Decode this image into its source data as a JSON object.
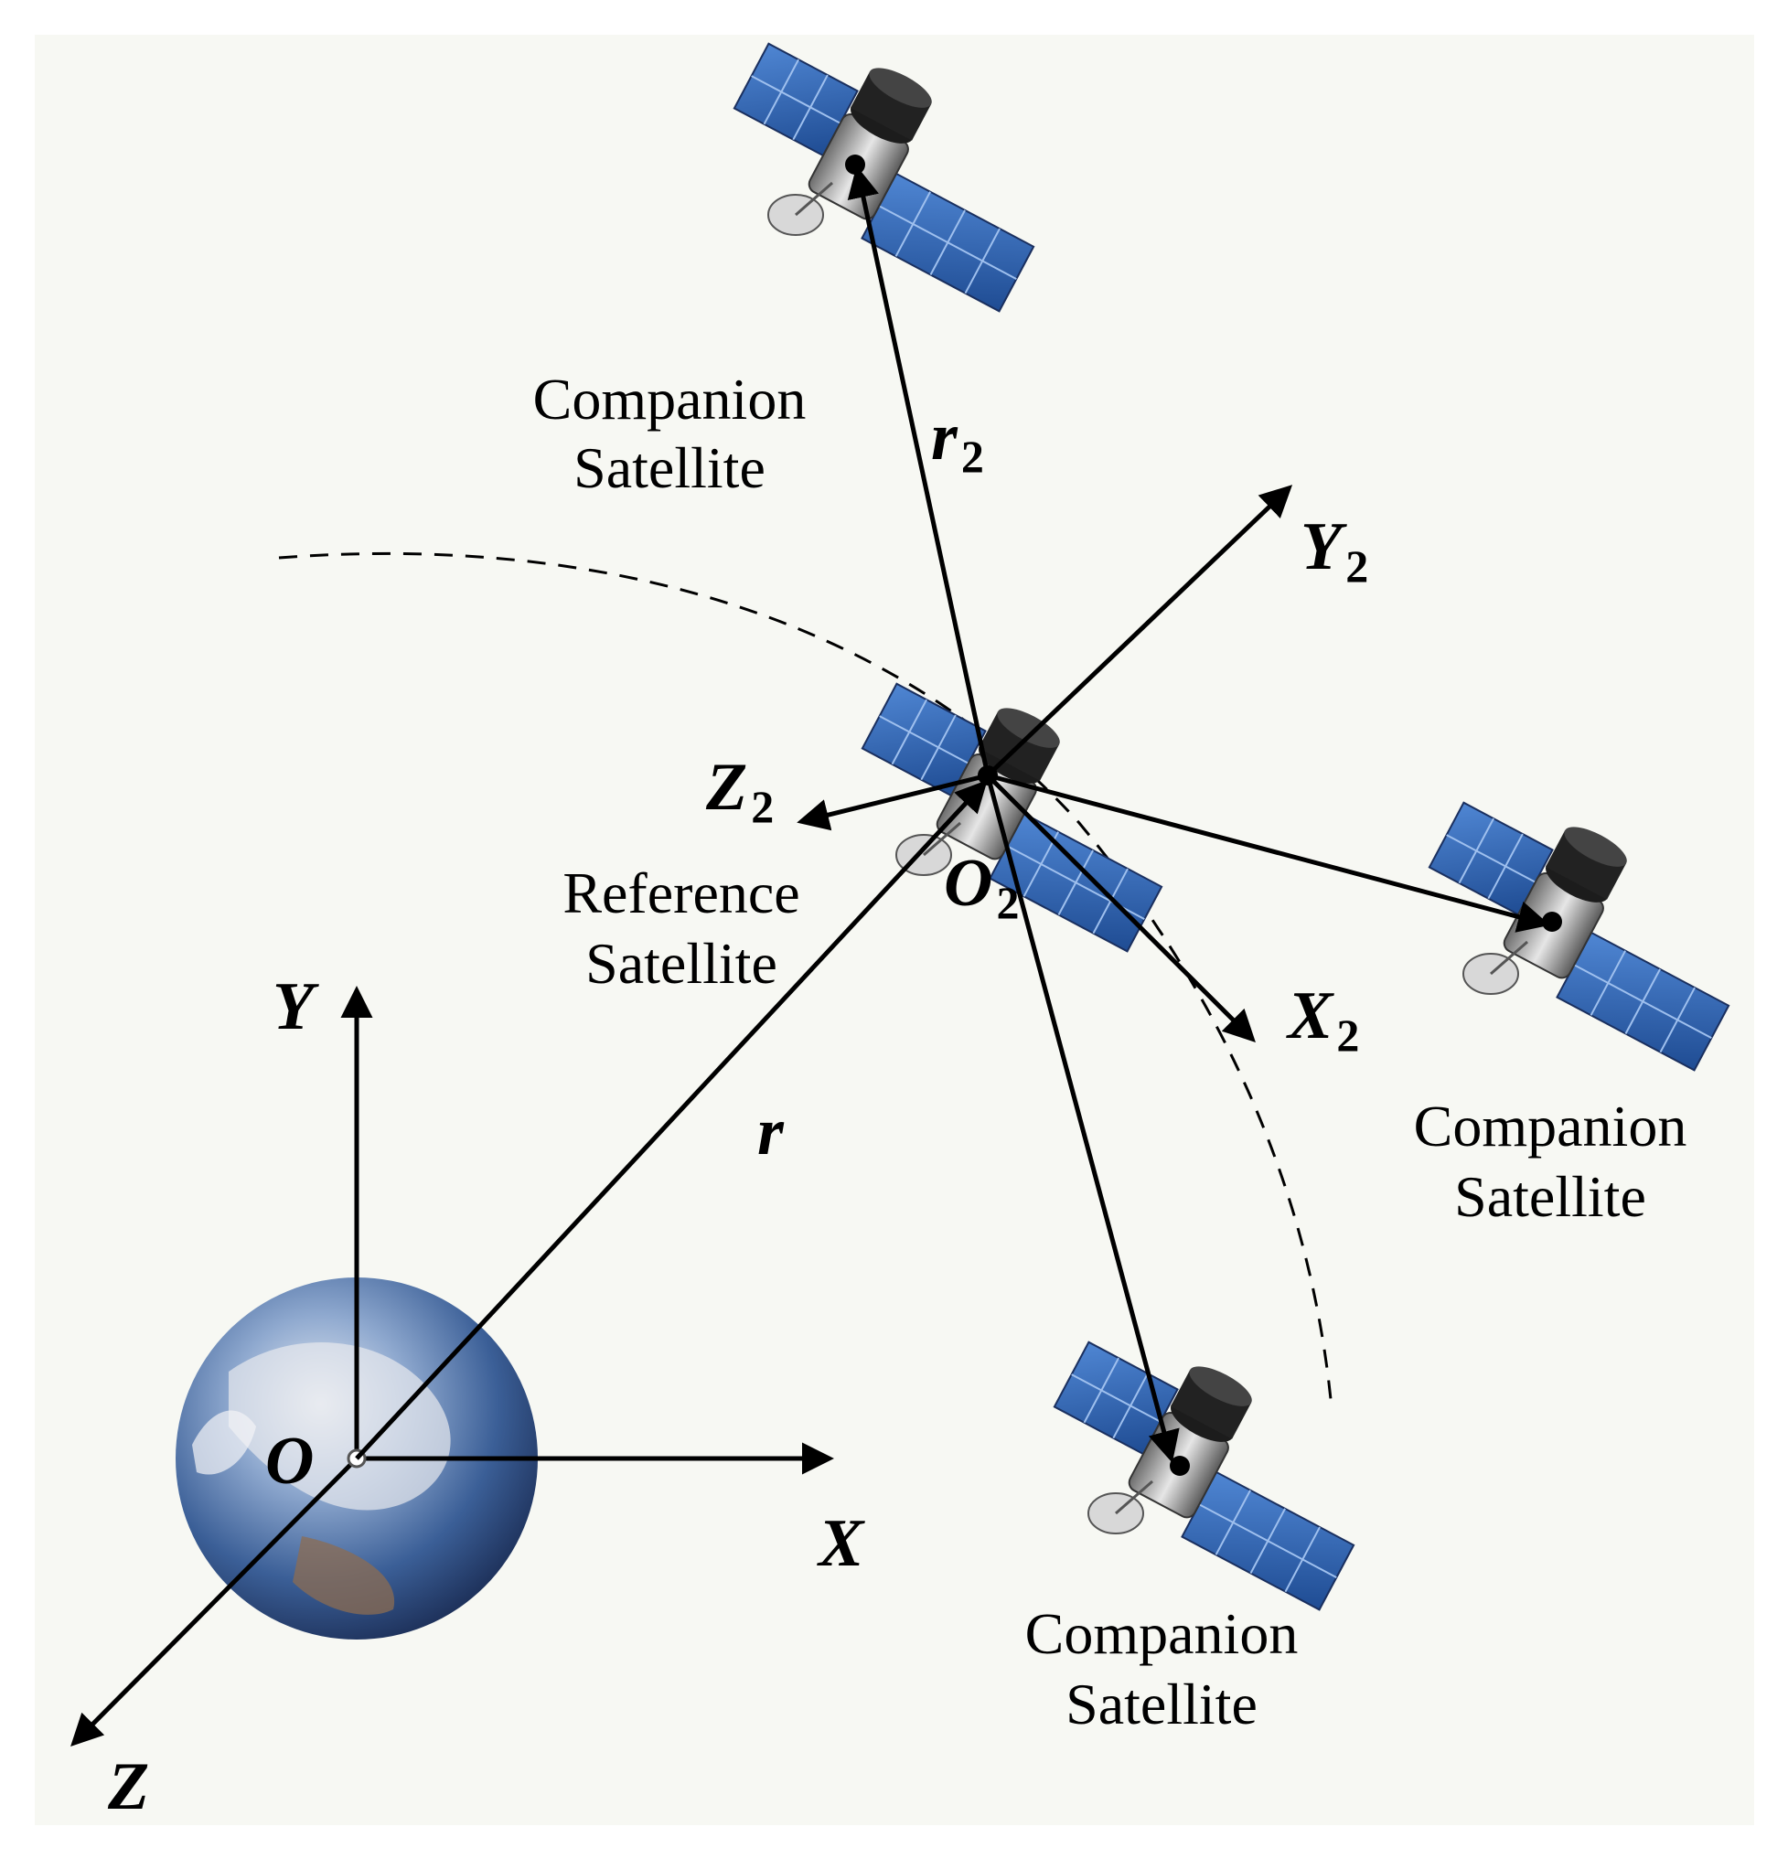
{
  "labels": {
    "companion_top": [
      "Companion",
      "Satellite"
    ],
    "companion_right": [
      "Companion",
      "Satellite"
    ],
    "companion_bottom": [
      "Companion",
      "Satellite"
    ],
    "reference": [
      "Reference",
      "Satellite"
    ]
  },
  "axes": {
    "earth_x": "X",
    "earth_y": "Y",
    "earth_z": "Z",
    "earth_origin": "O",
    "ref_x": "X",
    "ref_y": "Y",
    "ref_z": "Z",
    "ref_origin": "O",
    "subscript": "2",
    "r": "r",
    "r2": "r"
  },
  "colors": {
    "background": "#f7f8f3",
    "panel_blue": "#2b5ea8",
    "earth_ocean": "#3b6fb5",
    "line": "#000000"
  }
}
